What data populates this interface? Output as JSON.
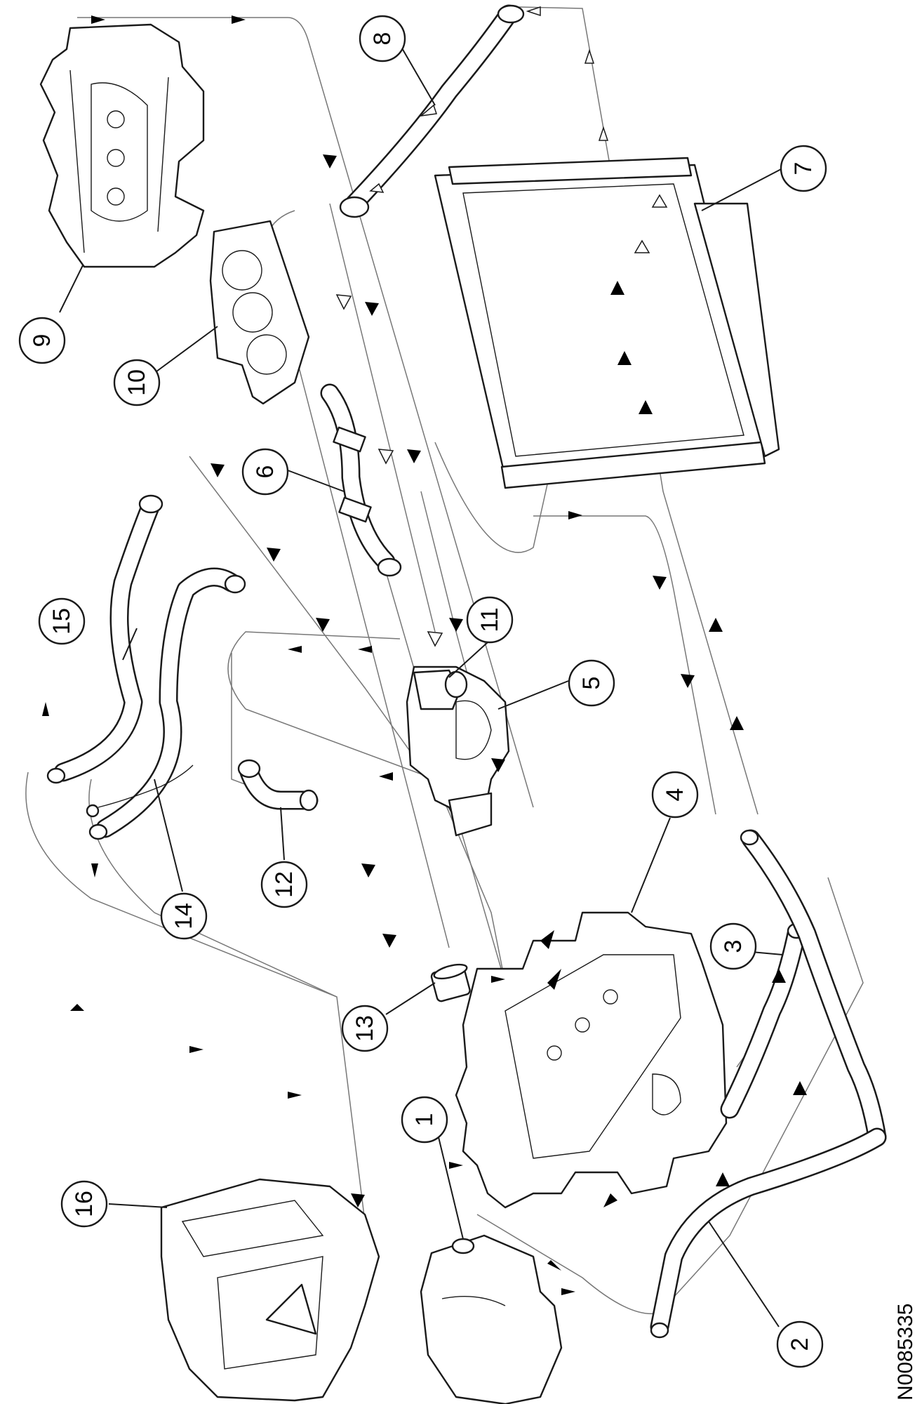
{
  "diagram": {
    "reference_code": "N0085335",
    "callouts": [
      {
        "id": "1",
        "label": "1"
      },
      {
        "id": "2",
        "label": "2"
      },
      {
        "id": "3",
        "label": "3"
      },
      {
        "id": "4",
        "label": "4"
      },
      {
        "id": "5",
        "label": "5"
      },
      {
        "id": "6",
        "label": "6"
      },
      {
        "id": "7",
        "label": "7"
      },
      {
        "id": "8",
        "label": "8"
      },
      {
        "id": "9",
        "label": "9"
      },
      {
        "id": "10",
        "label": "10"
      },
      {
        "id": "11",
        "label": "11"
      },
      {
        "id": "12",
        "label": "12"
      },
      {
        "id": "13",
        "label": "13"
      },
      {
        "id": "14",
        "label": "14"
      },
      {
        "id": "15",
        "label": "15"
      },
      {
        "id": "16",
        "label": "16"
      }
    ],
    "colors": {
      "line": "#1a1a1a",
      "flow_path": "#777777",
      "hot_flow_arrow": "#000000",
      "cold_flow_arrow": "#ffffff",
      "background": "#ffffff"
    }
  }
}
